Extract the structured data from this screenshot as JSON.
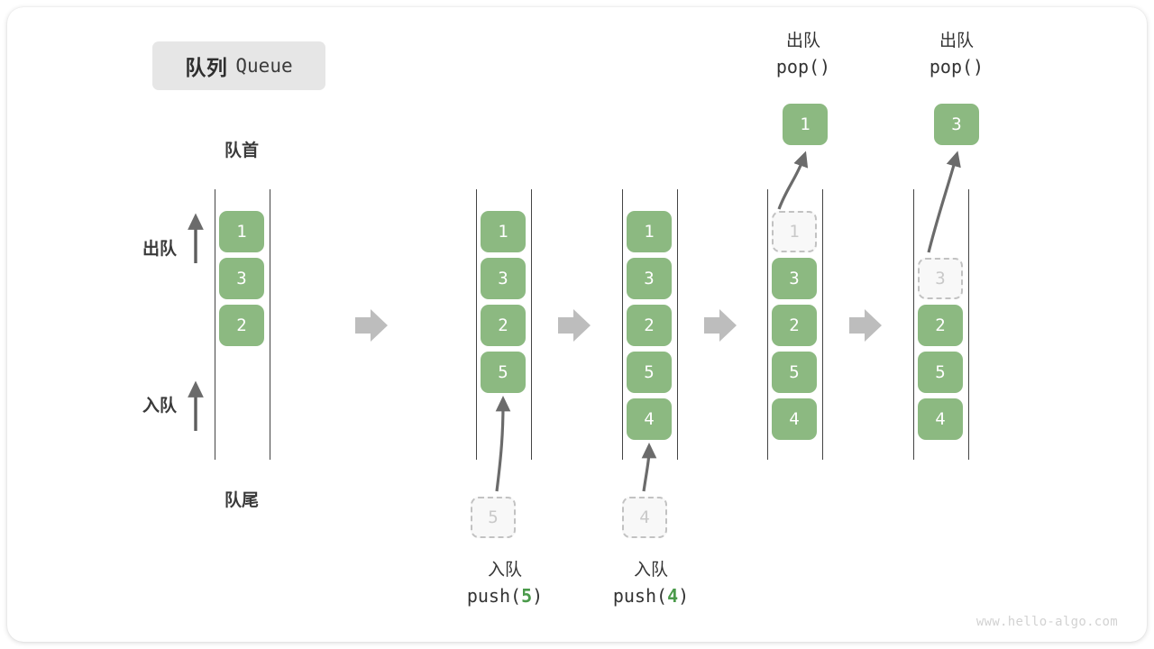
{
  "title": {
    "cn": "队列",
    "en": "Queue"
  },
  "labels": {
    "front": "队首",
    "rear": "队尾",
    "dequeue": "出队",
    "enqueue": "入队"
  },
  "colors": {
    "element": "#8cb981",
    "ghost_border": "#c2c2c2",
    "ghost_text": "#c9c9c9",
    "rail": "#444444",
    "step_arrow": "#bdbdbd",
    "motion_arrow": "#6b6b6b",
    "badge_bg": "#e6e6e6",
    "text": "#333333",
    "code_number": "#4a9a4a"
  },
  "operations": {
    "push5": {
      "cn": "入队",
      "code_prefix": "push(",
      "code_num": "5",
      "code_suffix": ")"
    },
    "push4": {
      "cn": "入队",
      "code_prefix": "push(",
      "code_num": "4",
      "code_suffix": ")"
    },
    "pop1": {
      "cn": "出队",
      "code": "pop()"
    },
    "pop2": {
      "cn": "出队",
      "code": "pop()"
    }
  },
  "columns": [
    {
      "name": "initial",
      "items": [
        {
          "value": "1",
          "state": "filled"
        },
        {
          "value": "3",
          "state": "filled"
        },
        {
          "value": "2",
          "state": "filled"
        }
      ]
    },
    {
      "name": "after-push-5",
      "items": [
        {
          "value": "1",
          "state": "filled"
        },
        {
          "value": "3",
          "state": "filled"
        },
        {
          "value": "2",
          "state": "filled"
        },
        {
          "value": "5",
          "state": "filled"
        }
      ],
      "incoming": {
        "value": "5",
        "state": "ghost"
      }
    },
    {
      "name": "after-push-4",
      "items": [
        {
          "value": "1",
          "state": "filled"
        },
        {
          "value": "3",
          "state": "filled"
        },
        {
          "value": "2",
          "state": "filled"
        },
        {
          "value": "5",
          "state": "filled"
        },
        {
          "value": "4",
          "state": "filled"
        }
      ],
      "incoming": {
        "value": "4",
        "state": "ghost"
      }
    },
    {
      "name": "after-pop-1",
      "items": [
        {
          "value": "1",
          "state": "ghost"
        },
        {
          "value": "3",
          "state": "filled"
        },
        {
          "value": "2",
          "state": "filled"
        },
        {
          "value": "5",
          "state": "filled"
        },
        {
          "value": "4",
          "state": "filled"
        }
      ],
      "outgoing": {
        "value": "1",
        "state": "filled"
      }
    },
    {
      "name": "after-pop-3",
      "items": [
        {
          "value": "3",
          "state": "ghost"
        },
        {
          "value": "2",
          "state": "filled"
        },
        {
          "value": "5",
          "state": "filled"
        },
        {
          "value": "4",
          "state": "filled"
        }
      ],
      "outgoing": {
        "value": "3",
        "state": "filled"
      }
    }
  ],
  "watermark": "www.hello-algo.com"
}
